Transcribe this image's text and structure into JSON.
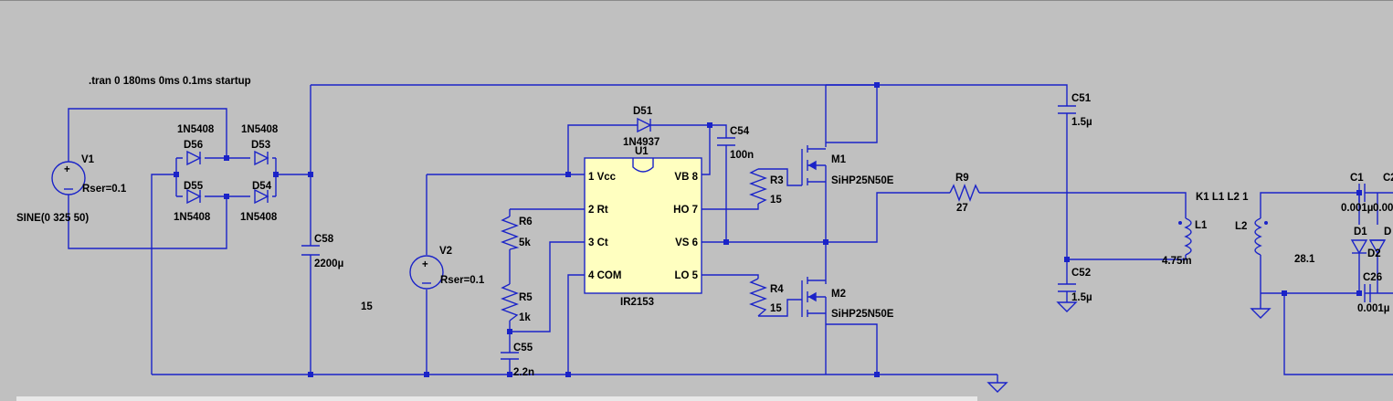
{
  "directive": ".tran 0 180ms 0ms 0.1ms startup",
  "sources": {
    "v1": {
      "name": "V1",
      "value": "SINE(0 325 50)",
      "rser": "Rser=0.1"
    },
    "v2": {
      "name": "V2",
      "value": "15",
      "rser": "Rser=0.1"
    }
  },
  "diodes": {
    "d56": {
      "name": "D56",
      "model": "1N5408"
    },
    "d53": {
      "name": "D53",
      "model": "1N5408"
    },
    "d55": {
      "name": "D55",
      "model": "1N5408"
    },
    "d54": {
      "name": "D54",
      "model": "1N5408"
    },
    "d51": {
      "name": "D51",
      "model": "1N4937"
    },
    "d1": {
      "name": "D1"
    },
    "d2": {
      "name": "D2"
    }
  },
  "capacitors": {
    "c58": {
      "name": "C58",
      "value": "2200µ"
    },
    "c54": {
      "name": "C54",
      "value": "100n"
    },
    "c55": {
      "name": "C55",
      "value": "2.2n"
    },
    "c51": {
      "name": "C51",
      "value": "1.5µ"
    },
    "c52": {
      "name": "C52",
      "value": "1.5µ"
    },
    "c1": {
      "name": "C1",
      "value": "0.001µ"
    },
    "c2": {
      "name": "C2",
      "value": "0.00"
    },
    "c26": {
      "name": "C26",
      "value": "0.001µ"
    }
  },
  "resistors": {
    "r6": {
      "name": "R6",
      "value": "5k"
    },
    "r5": {
      "name": "R5",
      "value": "1k"
    },
    "r3": {
      "name": "R3",
      "value": "15"
    },
    "r4": {
      "name": "R4",
      "value": "15"
    },
    "r9": {
      "name": "R9",
      "value": "27"
    }
  },
  "mosfets": {
    "m1": {
      "name": "M1",
      "model": "SiHP25N50E"
    },
    "m2": {
      "name": "M2",
      "model": "SiHP25N50E"
    }
  },
  "inductors": {
    "l1": {
      "name": "L1",
      "value": "4.75m"
    },
    "l2": {
      "name": "L2",
      "value": "28.1"
    },
    "coupling": "K1 L1 L2 1"
  },
  "ic": {
    "ref": "U1",
    "part": "IR2153",
    "pins_left": [
      "1 Vcc",
      "2 Rt",
      "3 Ct",
      "4 COM"
    ],
    "pins_right": [
      "VB 8",
      "HO 7",
      "VS 6",
      "LO 5"
    ]
  },
  "colors": {
    "background": "#c0c0c0",
    "wire": "#1a23c8",
    "ic_fill": "#ffffc0"
  }
}
